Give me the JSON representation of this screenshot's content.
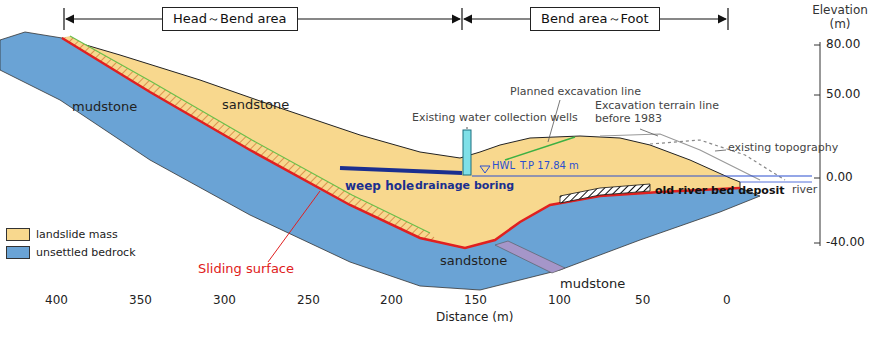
{
  "diagram": {
    "nodes": [
      {
        "text": [
          "Head～Bend area"
        ]
      },
      {
        "text": [
          "Bend area～Foot"
        ]
      }
    ],
    "labels": [
      "Elevation (m)",
      "80.00",
      "50.00",
      "0.00",
      "-40.00",
      "Existing water collection wells",
      "Planned excavation line",
      "Excavation terrain line before 1983",
      "existing topography",
      "river",
      "HWL",
      "T.P 17.84 m",
      "weep hole",
      "drainage boring",
      "old river bed deposit",
      "sandstone",
      "mudstone",
      "Sliding surface",
      "sandstone",
      "mudstone",
      "400",
      "350",
      "300",
      "250",
      "200",
      "150",
      "100",
      "50",
      "0",
      "Distance (m)"
    ],
    "legend": [
      {
        "text": "landslide mass",
        "color": "#f8d88e"
      },
      {
        "text": "unsettled bedrock",
        "color": "#6aa3d5"
      }
    ]
  }
}
